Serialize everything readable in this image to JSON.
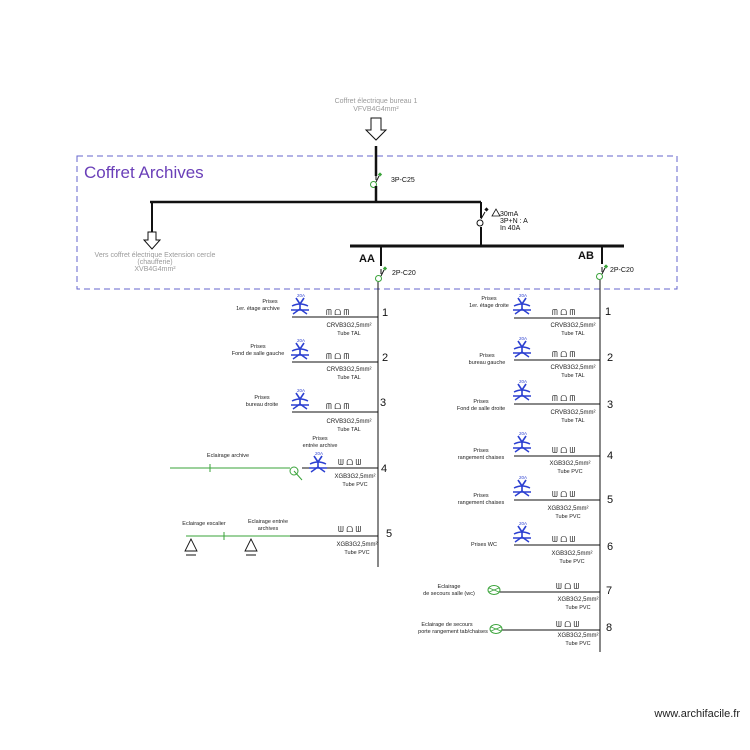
{
  "colors": {
    "line": "#111111",
    "dashed_box": "#6666cc",
    "title": "#6a3fb8",
    "socket": "#2b3fd1",
    "lighting": "#3aa33a",
    "grey_text": "#9a9a9a"
  },
  "top_source": {
    "line1": "Coffret électrique bureau 1",
    "line2": "VFVB4G4mm²"
  },
  "panel_title": "Coffret Archives",
  "main_breaker": "3P-C25",
  "differential": {
    "line1": "30mA",
    "line2": "3P+N : A",
    "line3": "In 40A"
  },
  "extension": {
    "line1": "Vers coffret électrique Extension cercle",
    "line2": "(chaufferie)",
    "line3": "XVB4G4mm²"
  },
  "bus_AA": {
    "label": "AA",
    "breaker": "2P-C20",
    "circuits": [
      {
        "num": "1",
        "desc1": "Prises",
        "desc2": "1er. étage archive",
        "amp": "20A",
        "cable": "CRVB3G2,5mm²",
        "tube": "Tube TAL"
      },
      {
        "num": "2",
        "desc1": "Prises",
        "desc2": "Fond de salle gauche",
        "amp": "20A",
        "cable": "CRVB3G2,5mm²",
        "tube": "Tube TAL"
      },
      {
        "num": "3",
        "desc1": "Prises",
        "desc2": "bureau droite",
        "amp": "20A",
        "cable": "CRVB3G2,5mm²",
        "tube": "Tube TAL"
      },
      {
        "num": "4",
        "desc1": "Prises",
        "desc2": "entrée archive",
        "amp": "20A",
        "cable": "XGB3G2,5mm²",
        "tube": "Tube PVC",
        "lighting": "Eclairage archive"
      },
      {
        "num": "5",
        "cable": "XGB3G2,5mm²",
        "tube": "Tube PVC",
        "lighting1": "Eclairage escalier",
        "lighting2_1": "Eclairage entrée",
        "lighting2_2": "archives"
      }
    ]
  },
  "bus_AB": {
    "label": "AB",
    "breaker": "2P-C20",
    "circuits": [
      {
        "num": "1",
        "desc1": "Prises",
        "desc2": "1er. étage droite",
        "amp": "20A",
        "cable": "CRVB3G2,5mm²",
        "tube": "Tube TAL"
      },
      {
        "num": "2",
        "desc1": "Prises",
        "desc2": "bureau gauche",
        "amp": "20A",
        "cable": "CRVB3G2,5mm²",
        "tube": "Tube TAL"
      },
      {
        "num": "3",
        "desc1": "Prises",
        "desc2": "Fond de salle droite",
        "amp": "20A",
        "cable": "CRVB3G2,5mm²",
        "tube": "Tube TAL"
      },
      {
        "num": "4",
        "desc1": "Prises",
        "desc2": "rangement chaises",
        "amp": "20A",
        "cable": "XGB3G2,5mm²",
        "tube": "Tube PVC"
      },
      {
        "num": "5",
        "desc1": "Prises",
        "desc2": "rangement chaises",
        "amp": "20A",
        "cable": "XGB3G2,5mm²",
        "tube": "Tube PVC"
      },
      {
        "num": "6",
        "desc1": "Prises WC",
        "amp": "20A",
        "cable": "XGB3G2,5mm²",
        "tube": "Tube PVC"
      },
      {
        "num": "7",
        "desc1": "Eclairage",
        "desc2": "de secours salle (wc)",
        "cable": "XGB3G2,5mm²",
        "tube": "Tube PVC"
      },
      {
        "num": "8",
        "desc1": "Eclairage de secours",
        "desc2": "porte rangement tab/chaises",
        "cable": "XGB3G2,5mm²",
        "tube": "Tube PVC"
      }
    ]
  },
  "watermark": "www.archifacile.fr"
}
